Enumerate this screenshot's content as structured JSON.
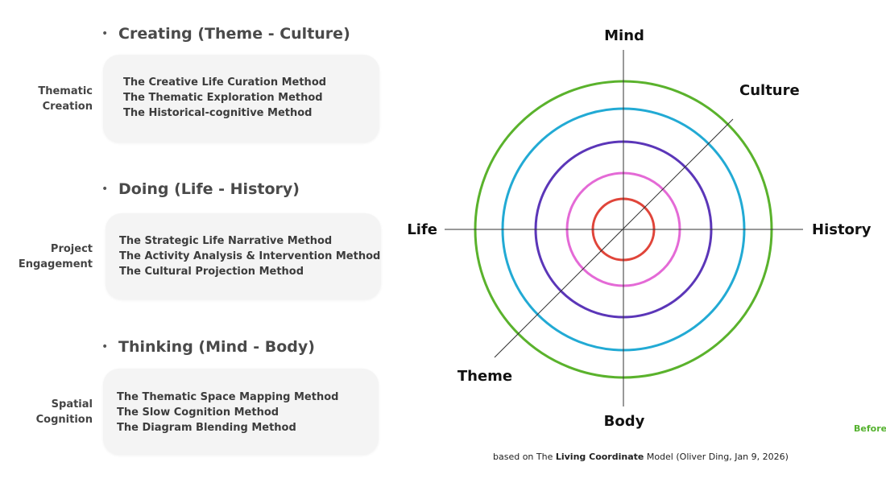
{
  "sections": [
    {
      "bullet": "•",
      "heading": "Creating (Theme - Culture)",
      "label_lines": [
        "Thematic",
        "Creation"
      ],
      "methods": [
        "The Creative Life Curation Method",
        "The Thematic Exploration Method",
        "The Historical-cognitive Method"
      ]
    },
    {
      "bullet": "•",
      "heading": "Doing (Life - History)",
      "label_lines": [
        "Project",
        "Engagement"
      ],
      "methods": [
        "The Strategic Life Narrative Method",
        "The Activity Analysis & Intervention Method",
        "The Cultural Projection Method"
      ]
    },
    {
      "bullet": "•",
      "heading": "Thinking (Mind - Body)",
      "label_lines": [
        "Spatial",
        "Cognition"
      ],
      "methods": [
        "The Thematic Space Mapping Method",
        "The Slow Cognition Method",
        "The Diagram Blending Method"
      ]
    }
  ],
  "diagram": {
    "axes": {
      "mind": "Mind",
      "body": "Body",
      "life": "Life",
      "history": "History",
      "culture": "Culture",
      "theme": "Theme"
    },
    "ring_colors": [
      "#5ab22c",
      "#22aad4",
      "#5b36b8",
      "#e46ad6",
      "#e0453a"
    ],
    "axis_color": "#333333"
  },
  "footer": {
    "before": "Before",
    "caption_prefix": "based on The ",
    "caption_bold": "Living Coordinate",
    "caption_suffix": " Model (Oliver Ding, Jan 9, 2026)"
  }
}
